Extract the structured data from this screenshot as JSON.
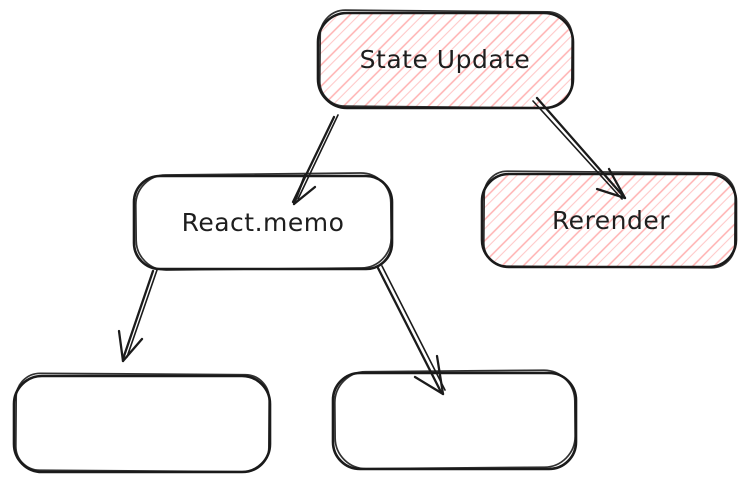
{
  "diagram": {
    "type": "flowchart",
    "style": "hand-drawn-sketch",
    "background_color": "#ffffff",
    "stroke_color": "#1b1b1b",
    "text_color": "#1e1e1e",
    "hatch_color": "#ffb0b0",
    "hatch_color_light": "#ffc9c9",
    "nodes": [
      {
        "id": "state-update",
        "label": "State Update",
        "fill_style": "hachure-red"
      },
      {
        "id": "react-memo",
        "label": "React.memo",
        "fill_style": "solid-white"
      },
      {
        "id": "rerender",
        "label": "Rerender",
        "fill_style": "hachure-red"
      },
      {
        "id": "child-left",
        "label": "",
        "fill_style": "solid-white"
      },
      {
        "id": "child-right",
        "label": "",
        "fill_style": "solid-white"
      }
    ],
    "edges": [
      {
        "from": "state-update",
        "to": "react-memo",
        "style": "double-stroke-arrow"
      },
      {
        "from": "state-update",
        "to": "rerender",
        "style": "double-stroke-arrow"
      },
      {
        "from": "react-memo",
        "to": "child-left",
        "style": "double-stroke-arrow"
      },
      {
        "from": "react-memo",
        "to": "child-right",
        "style": "double-stroke-arrow"
      }
    ]
  }
}
